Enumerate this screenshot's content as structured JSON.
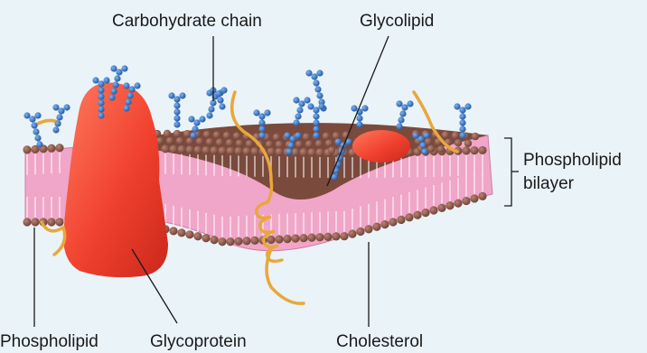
{
  "labels": {
    "carbohydrate_chain": "Carbohydrate chain",
    "glycolipid": "Glycolipid",
    "phospholipid_bilayer_line1": "Phospholipid",
    "phospholipid_bilayer_line2": "bilayer",
    "phospholipid": "Phospholipid",
    "glycoprotein": "Glycoprotein",
    "cholesterol": "Cholesterol"
  },
  "colors": {
    "background": "#eaf3f8",
    "lipid_head": "#8b5a4a",
    "lipid_tail": "#f0a6c8",
    "cholesterol": "#2e9e4a",
    "protein": "#f04a3a",
    "sugar": "#2f6fbf",
    "helix": "#e8a83a",
    "leader_line": "#1a1a1a"
  }
}
